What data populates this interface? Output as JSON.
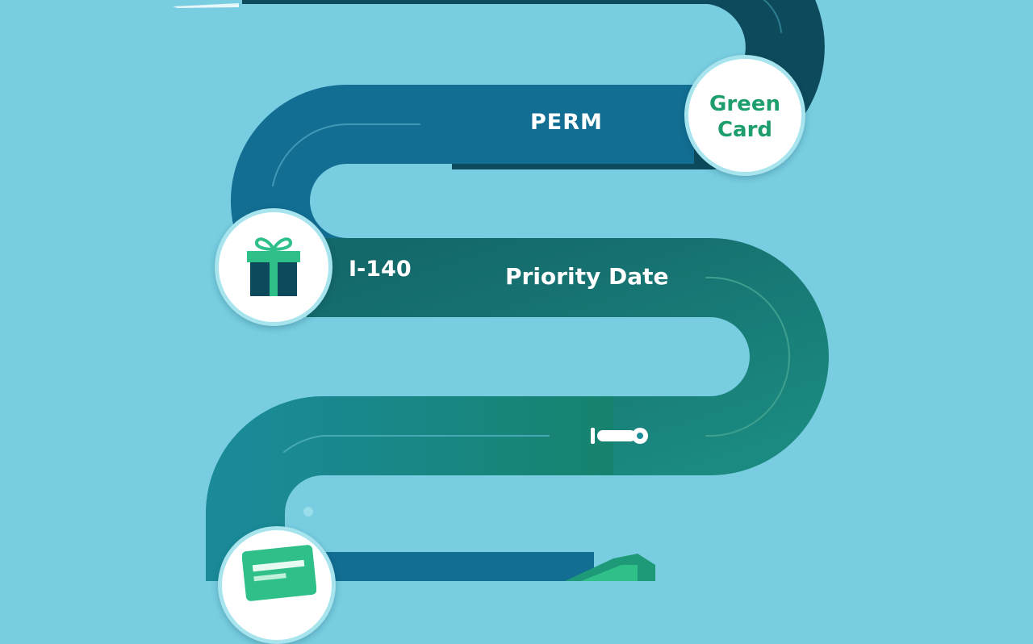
{
  "steps": {
    "perm": "PERM",
    "i140": "I-140",
    "priority_date": "Priority Date",
    "green_card_line1": "Green",
    "green_card_line2": "Card"
  },
  "icons": [
    "gift-icon",
    "key-icon",
    "credit-card-icon"
  ],
  "colors": {
    "background": "#78cde0",
    "road_top": "#0d4a5c",
    "road_perm": "#126e93",
    "road_middle": "#16786c",
    "road_bottom": "#1b8d98",
    "medallion_text": "#1e9e6c",
    "icon_green": "#2fc08a"
  }
}
